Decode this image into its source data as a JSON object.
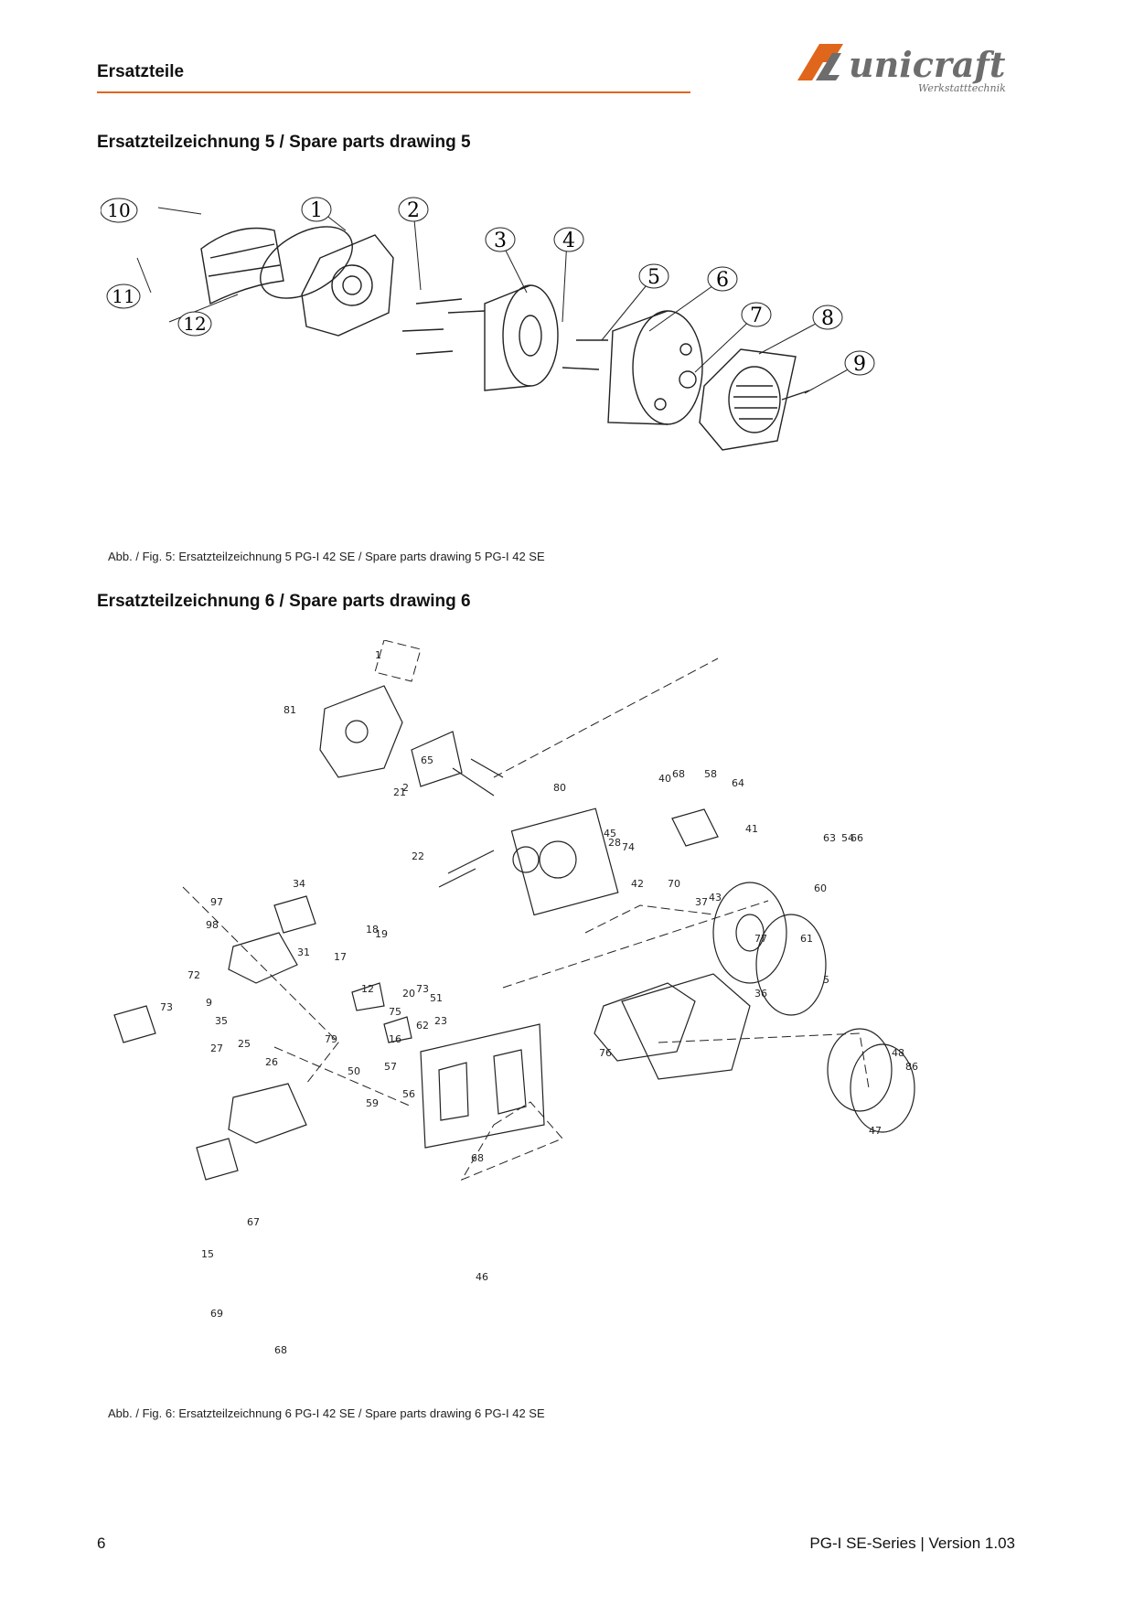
{
  "header": {
    "section_title": "Ersatzteile",
    "logo_text": "unicraft",
    "logo_subtext": "Werkstatttechnik"
  },
  "drawing5": {
    "heading": "Ersatzteilzeichnung 5 / Spare parts drawing 5",
    "labels": [
      "1",
      "2",
      "3",
      "4",
      "5",
      "6",
      "7",
      "8",
      "9",
      "10",
      "11",
      "12"
    ],
    "caption": "Abb. / Fig. 5: Ersatzteilzeichnung 5   PG-I 42 SE / Spare parts drawing 5  PG-I 42 SE"
  },
  "drawing6": {
    "heading": "Ersatzteilzeichnung 6 / Spare parts drawing 6",
    "labels": [
      "1",
      "81",
      "2",
      "65",
      "21",
      "22",
      "80",
      "40",
      "68",
      "58",
      "64",
      "41",
      "63",
      "54",
      "45",
      "28",
      "74",
      "42",
      "70",
      "43",
      "37",
      "77",
      "36",
      "5",
      "61",
      "60",
      "66",
      "31",
      "12",
      "16",
      "18",
      "19",
      "17",
      "20",
      "34",
      "97",
      "98",
      "73",
      "72",
      "9",
      "35",
      "27",
      "25",
      "26",
      "73",
      "75",
      "62",
      "79",
      "57",
      "50",
      "56",
      "59",
      "51",
      "23",
      "76",
      "68",
      "48",
      "47",
      "46",
      "67",
      "15",
      "69",
      "68",
      "86"
    ],
    "caption": "Abb. / Fig. 6: Ersatzteilzeichnung 6   PG-I 42 SE / Spare parts drawing 6  PG-I 42 SE"
  },
  "footer": {
    "page_number": "6",
    "doc_version": "PG-I SE-Series | Version 1.03"
  },
  "colors": {
    "accent": "#e0661b",
    "logo_gray": "#6d6d6d"
  }
}
